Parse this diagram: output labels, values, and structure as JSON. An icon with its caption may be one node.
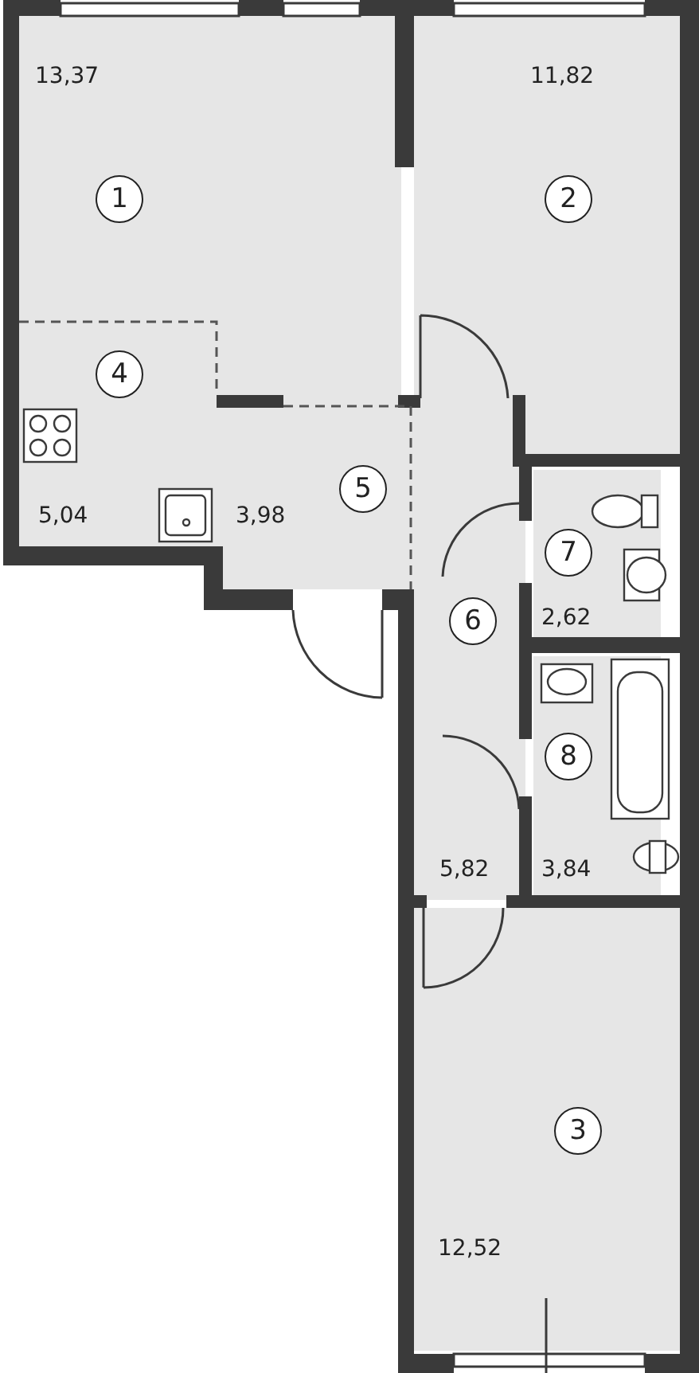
{
  "diagram": {
    "nodes": [
      {
        "text": [
          "1"
        ]
      },
      {
        "text": [
          "2"
        ]
      },
      {
        "text": [
          "4"
        ]
      },
      {
        "text": [
          "5"
        ]
      },
      {
        "text": [
          "7"
        ]
      },
      {
        "text": [
          "6"
        ]
      },
      {
        "text": [
          "8"
        ]
      },
      {
        "text": [
          "3"
        ]
      }
    ],
    "labels": [
      "13,37",
      "11,82",
      "5,04",
      "3,98",
      "2,62",
      "5,82",
      "3,84",
      "12,52"
    ]
  }
}
